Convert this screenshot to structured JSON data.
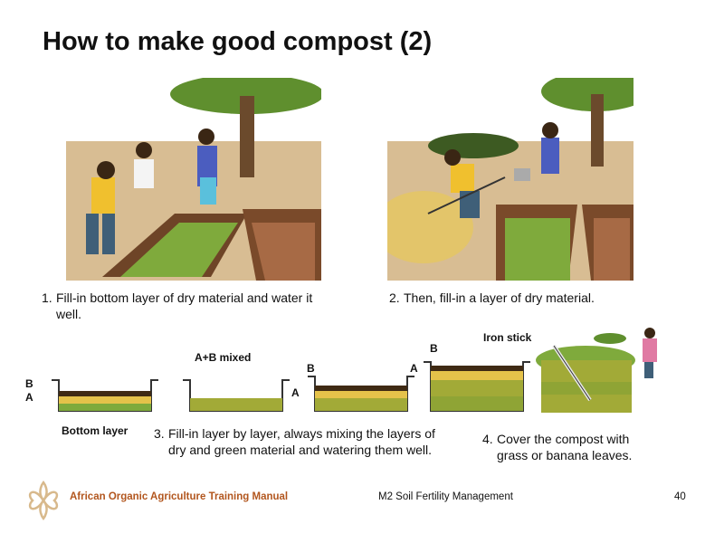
{
  "slide": {
    "title": "How to make good compost (2)",
    "page_number": "40"
  },
  "steps": [
    {
      "number": "1.",
      "text": "Fill-in bottom layer of dry material and water it well."
    },
    {
      "number": "2.",
      "text": "Then, fill-in a layer of dry material."
    },
    {
      "number": "3.",
      "text": "Fill-in layer by layer, always mixing the layers of dry and green material and watering them well."
    },
    {
      "number": "4.",
      "text": "Cover the compost with grass or banana leaves."
    }
  ],
  "diagram_labels": {
    "b": "B",
    "a": "A",
    "bottom_layer": "Bottom layer",
    "mixed": "A+B mixed",
    "iron_stick": "Iron stick"
  },
  "footer": {
    "brand": "African Organic Agriculture Training Manual",
    "module": "M2 Soil Fertility Management",
    "page": "40"
  },
  "colors": {
    "brand": "#b2561e",
    "soil": "#d8bd93",
    "pit_wall": "#7a4a2a",
    "green_layer": "#7faa3c",
    "dry_layer": "#e5c24a",
    "brown_layer": "#5a3a1a"
  }
}
